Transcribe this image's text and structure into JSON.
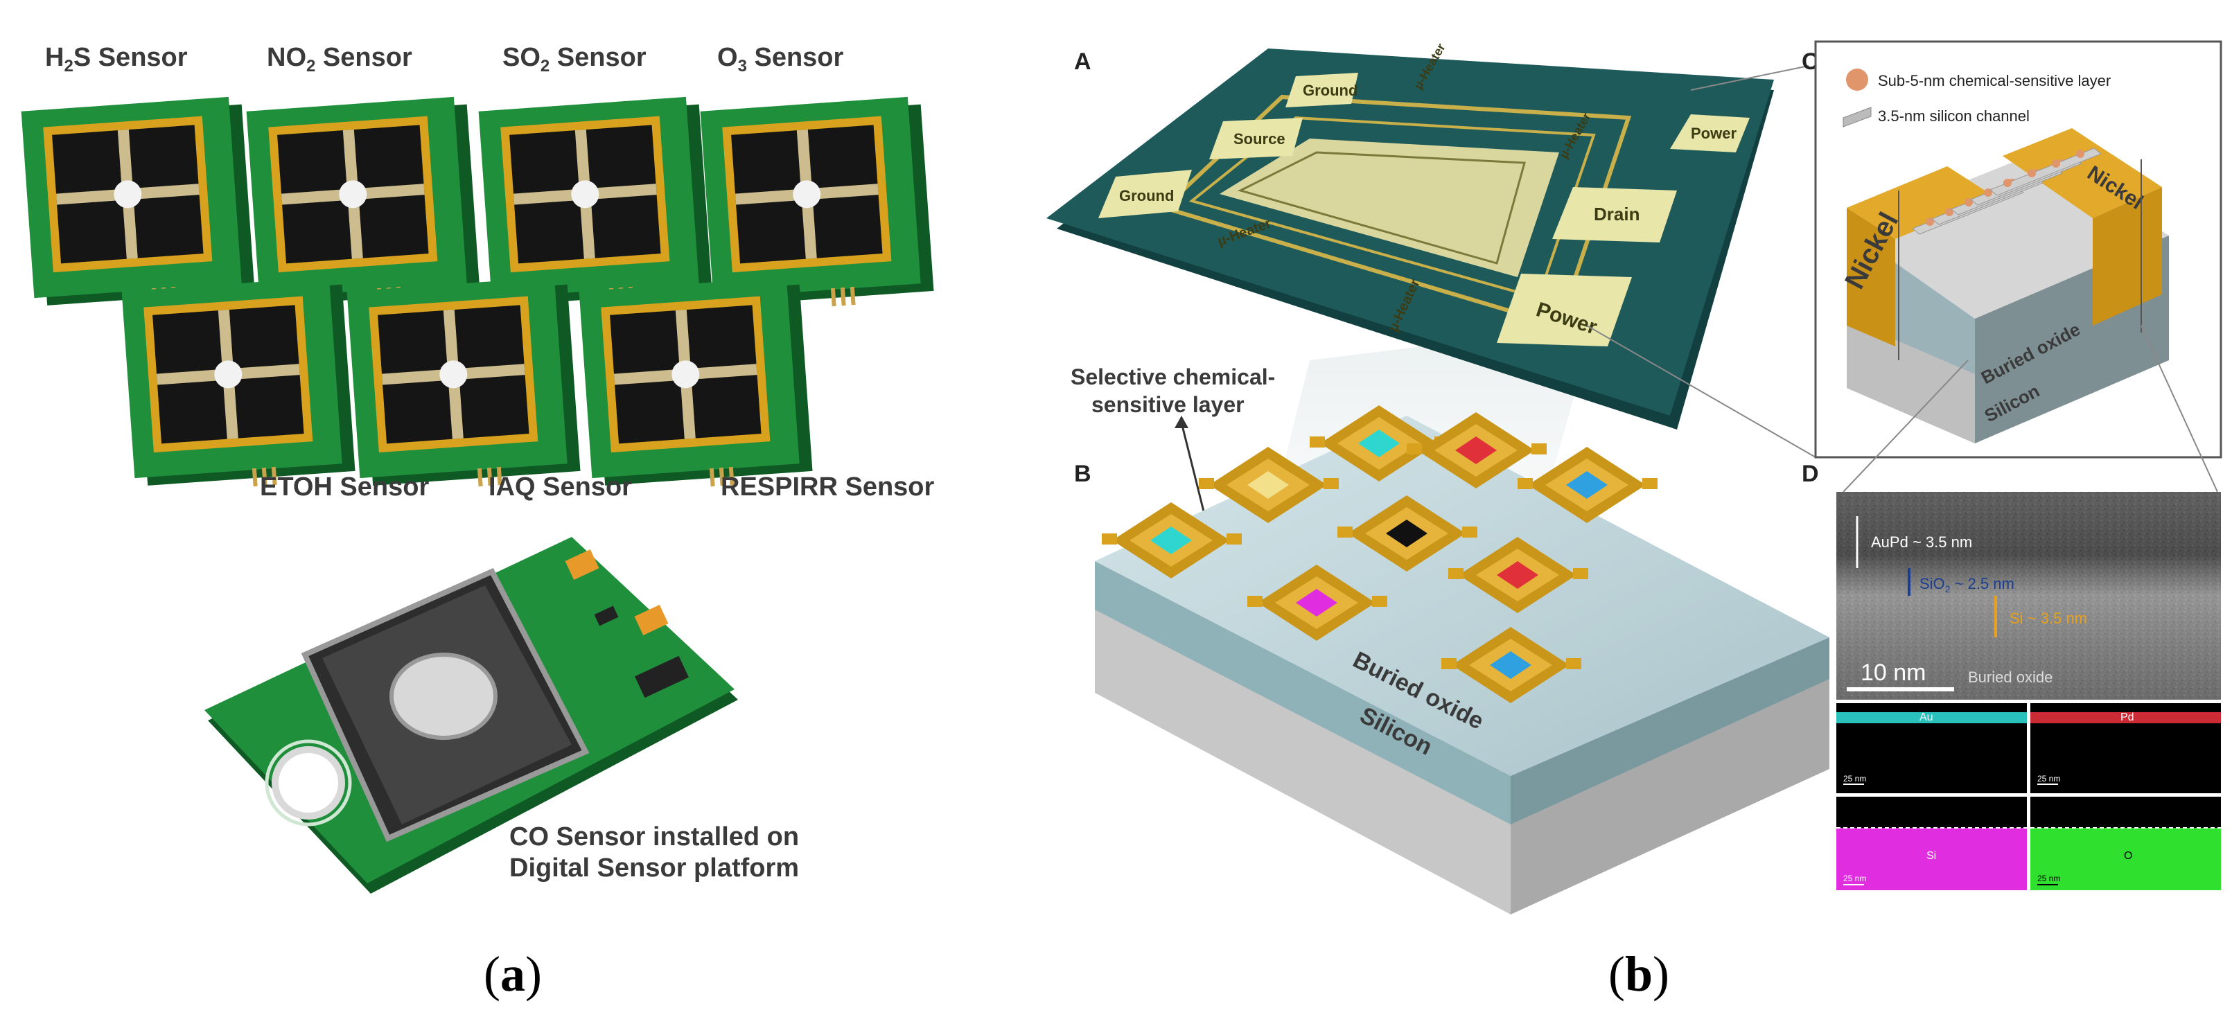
{
  "panel_a": {
    "sensors_top": [
      {
        "main": "H",
        "sub": "2",
        "rest": "S Sensor"
      },
      {
        "main": "NO",
        "sub": "2",
        "rest": " Sensor"
      },
      {
        "main": "SO",
        "sub": "2",
        "rest": " Sensor"
      },
      {
        "main": "O",
        "sub": "3",
        "rest": " Sensor"
      }
    ],
    "sensors_bottom": [
      "ETOH Sensor",
      "IAQ Sensor",
      "RESPIRR Sensor"
    ],
    "co_caption": [
      "CO Sensor installed on",
      "Digital Sensor platform"
    ],
    "caption": {
      "open": "(",
      "letter": "a",
      "close": ")"
    }
  },
  "panel_b": {
    "letters": {
      "a": "A",
      "b": "B",
      "c": "C",
      "d": "D"
    },
    "chip_pads": {
      "ground_top": "Ground",
      "heater_top": "µ-Heater",
      "source": "Source",
      "ground_left": "Ground",
      "heater_left": "µ-Heater",
      "heater_mid": "µ-Heater",
      "heater_right": "µ-Heater",
      "power_top": "Power",
      "drain": "Drain",
      "power_bottom": "Power"
    },
    "selective_label": [
      "Selective chemical-",
      "sensitive layer"
    ],
    "substrate": {
      "oxide": "Buried oxide",
      "silicon": "Silicon"
    },
    "panel_c": {
      "legend_sphere": "Sub-5-nm chemical-sensitive layer",
      "legend_bar": "3.5-nm silicon channel",
      "nickel_left": "Nickel",
      "nickel_right": "Nickel",
      "oxide": "Buried oxide",
      "silicon": "Silicon"
    },
    "panel_d": {
      "au_pd": "Au",
      "au_pd_tail": "Pd ~ 3.5 nm",
      "sio2": "SiO",
      "sio2_tail": " ~ 2.5 nm",
      "si": "Si ~ 3.5 nm",
      "scale": "10 nm",
      "oxide": "Buried oxide",
      "maps": [
        {
          "element": "Au",
          "scale": "25 nm"
        },
        {
          "element": "Pd",
          "scale": "25 nm"
        },
        {
          "element": "Si",
          "scale": "25 nm"
        },
        {
          "element": "O",
          "scale": "25 nm"
        }
      ]
    },
    "caption": {
      "open": "(",
      "letter": "b",
      "close": ")"
    }
  },
  "colors": {
    "pcb_green": "#1f8f3c",
    "pcb_dark": "#0f5a24",
    "gold": "#d9a21e",
    "sensor_black": "#151515",
    "chip_teal": "#1f5a5a",
    "substrate_top": "#bcd3d8",
    "au_cyan": "#2fd6d0",
    "pd_red": "#e0303a",
    "si_magenta": "#e02de0",
    "o_green": "#2fe02f"
  }
}
